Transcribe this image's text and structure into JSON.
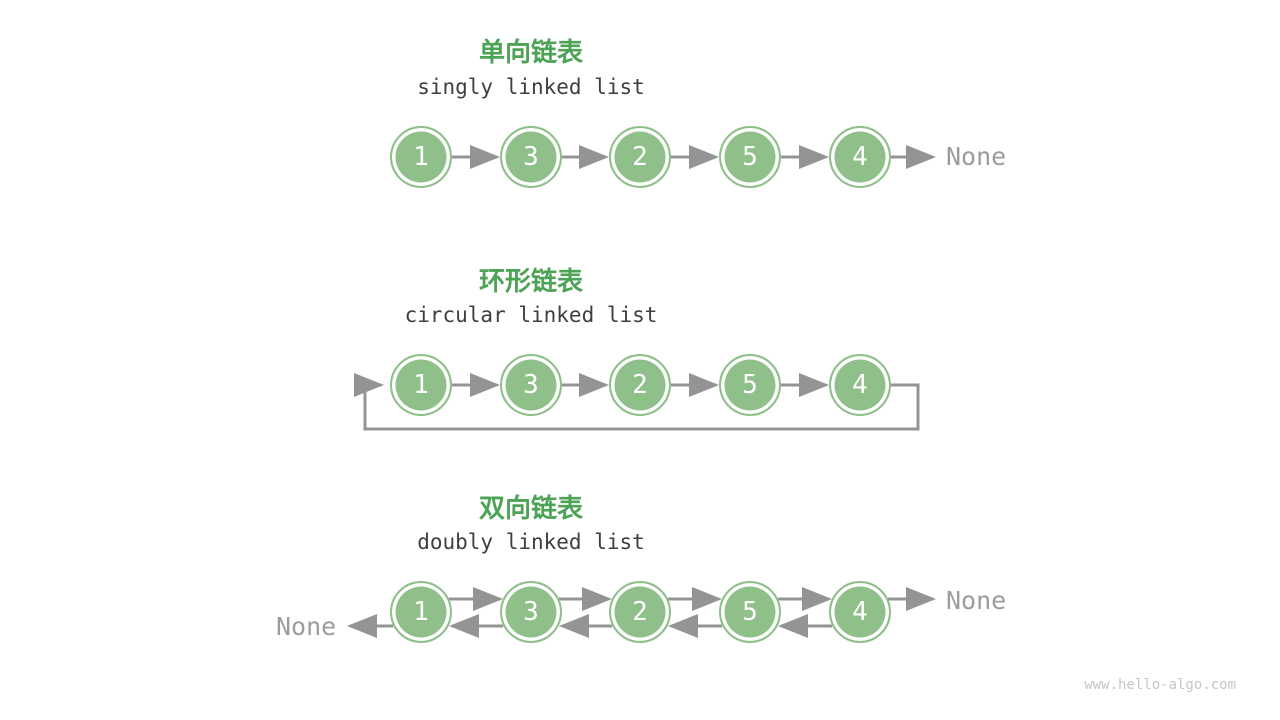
{
  "colors": {
    "node_green": "#8FC08A",
    "title_green": "#4CA355",
    "arrow_gray": "#949494",
    "none_gray": "#9C9C9C",
    "subtitle_dark": "#3F3F3F",
    "watermark_gray": "#C6C6C6"
  },
  "sections": [
    {
      "id": "singly",
      "title_zh": "单向链表",
      "title_en": "singly linked list",
      "nodes": [
        "1",
        "3",
        "2",
        "5",
        "4"
      ],
      "none_right": "None"
    },
    {
      "id": "circular",
      "title_zh": "环形链表",
      "title_en": "circular linked list",
      "nodes": [
        "1",
        "3",
        "2",
        "5",
        "4"
      ]
    },
    {
      "id": "doubly",
      "title_zh": "双向链表",
      "title_en": "doubly linked list",
      "nodes": [
        "1",
        "3",
        "2",
        "5",
        "4"
      ],
      "none_left": "None",
      "none_right": "None"
    }
  ],
  "watermark": "www.hello-algo.com"
}
